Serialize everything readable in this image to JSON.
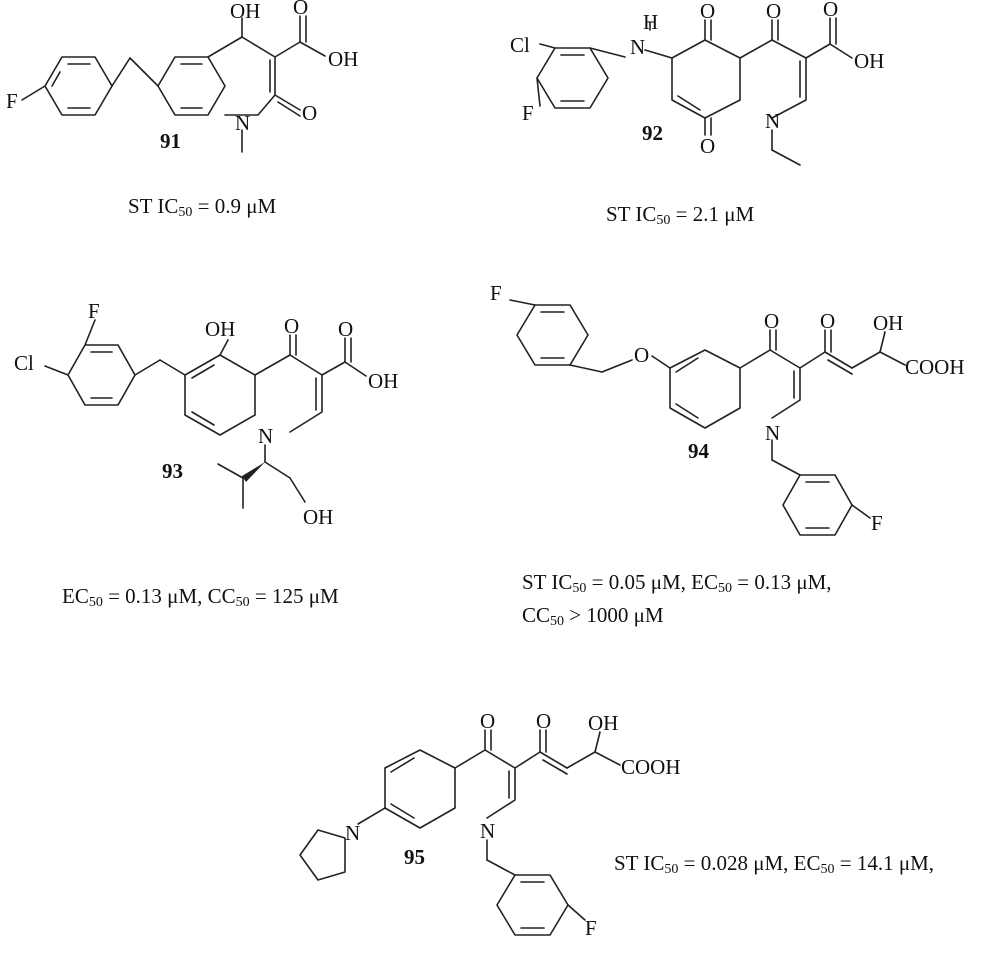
{
  "compounds": [
    {
      "id": "91",
      "activity_lines": [
        "ST IC",
        "50",
        " = 0.9 μM"
      ],
      "atoms": {
        "oh": "OH",
        "acid_o": "O",
        "acid_oh": "OH",
        "ring_o": "O",
        "n": "N",
        "f": "F"
      }
    },
    {
      "id": "92",
      "activity_lines": [
        "ST IC",
        "50",
        " = 2.1  μM"
      ],
      "atoms": {
        "nh_h": "H",
        "nh_n": "N",
        "cl": "Cl",
        "f": "F",
        "o_top1": "O",
        "o_top2": "O",
        "acid_o": "O",
        "acid_oh": "OH",
        "o_bottom": "O",
        "n": "N"
      }
    },
    {
      "id": "93",
      "activity": {
        "ec_label": "EC",
        "ec_sub": "50",
        "ec_value": " = 0.13  μM, ",
        "cc_label": "CC",
        "cc_sub": "50",
        "cc_value": " = 125  μM"
      },
      "atoms": {
        "f": "F",
        "cl": "Cl",
        "oh": "OH",
        "ring_o": "O",
        "acid_o": "O",
        "acid_oh": "OH",
        "n": "N",
        "side_oh": "OH"
      }
    },
    {
      "id": "94",
      "activity": {
        "line1_a": "ST IC",
        "line1_a_sub": "50",
        "line1_b": " = 0.05  μM, EC",
        "line1_b_sub": "50",
        "line1_c": " = 0.13  μM,",
        "line2_a": "CC",
        "line2_a_sub": "50",
        "line2_b": " > 1000 μM"
      },
      "atoms": {
        "f_top": "F",
        "ether_o": "O",
        "ring_o": "O",
        "keto_o": "O",
        "oh": "OH",
        "cooh": "COOH",
        "n": "N",
        "f_bottom": "F"
      }
    },
    {
      "id": "95",
      "activity": {
        "a": "ST IC",
        "a_sub": "50",
        "b": " = 0.028  μM, EC",
        "b_sub": "50",
        "c": " = 14.1  μM,"
      },
      "atoms": {
        "ring_o": "O",
        "keto_o": "O",
        "oh": "OH",
        "cooh": "COOH",
        "pyr_n": "N",
        "n": "N",
        "f": "F"
      }
    }
  ]
}
